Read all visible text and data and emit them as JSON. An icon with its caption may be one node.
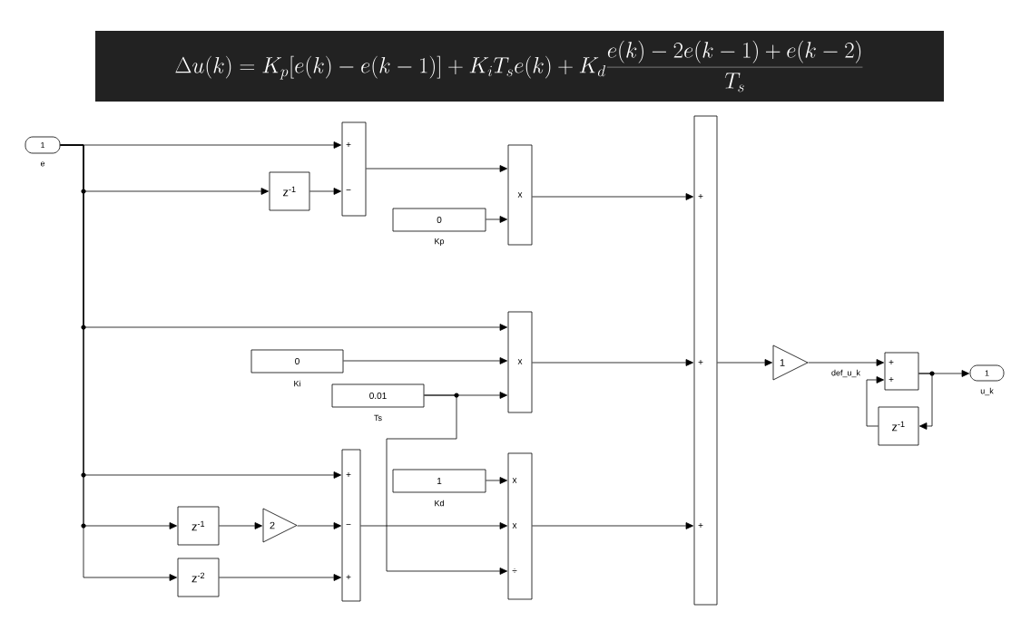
{
  "diagram": {
    "title": "\\Delta u(k)=K_p\\big[e(k)-e(k-1)\\big]+K_iT_se(k)+K_d\\frac{e(k)-2e(k-1)+e(k-2)}{T_s}",
    "nodes": [
      {
        "text": [
          "1"
        ],
        "beside": [
          "e"
        ]
      },
      {
        "text": [
          "+",
          "−"
        ]
      },
      {
        "text": [
          "z$^{-1}$"
        ]
      },
      {
        "text": [
          "x"
        ]
      },
      {
        "text": [
          "0"
        ],
        "beside": [
          "Kp"
        ]
      },
      {
        "text": [
          "x"
        ]
      },
      {
        "text": [
          "0"
        ],
        "beside": [
          "Ki"
        ]
      },
      {
        "text": [
          "0.01"
        ],
        "beside": [
          "Ts"
        ]
      },
      {
        "text": [
          "+",
          "−",
          "+"
        ]
      },
      {
        "text": [
          "1"
        ],
        "beside": [
          "Kd"
        ]
      },
      {
        "text": [
          "x",
          "x",
          "÷"
        ]
      },
      {
        "text": [
          "z$^{-1}$"
        ]
      },
      {
        "text": [
          "2"
        ]
      },
      {
        "text": [
          "z$^{-2}$"
        ]
      },
      {
        "text": [
          "+",
          "+",
          "+"
        ]
      },
      {
        "text": [
          "1"
        ]
      },
      {
        "text": [
          "+",
          "+"
        ]
      },
      {
        "text": [
          "z$^{-1}$"
        ]
      },
      {
        "text": [
          "1"
        ],
        "beside": [
          "u_k"
        ]
      }
    ],
    "edges": [
      {
        "from": 0,
        "to": 1,
        "arrow": "to"
      },
      {
        "from": 0,
        "to": 2,
        "arrow": "to"
      },
      {
        "from": 2,
        "to": 1,
        "arrow": "to"
      },
      {
        "from": 1,
        "to": 3,
        "arrow": "to"
      },
      {
        "from": 4,
        "to": 3,
        "arrow": "to"
      },
      {
        "from": 3,
        "to": 14,
        "arrow": "to"
      },
      {
        "from": 0,
        "to": 5,
        "arrow": "to"
      },
      {
        "from": 6,
        "to": 5,
        "arrow": "to"
      },
      {
        "from": 7,
        "to": 5,
        "arrow": "to"
      },
      {
        "from": 7,
        "to": 10,
        "arrow": "to"
      },
      {
        "from": 0,
        "to": 8,
        "arrow": "to"
      },
      {
        "from": 0,
        "to": 11,
        "arrow": "to"
      },
      {
        "from": 0,
        "to": 13,
        "arrow": "to"
      },
      {
        "from": 11,
        "to": 12,
        "arrow": "to"
      },
      {
        "from": 12,
        "to": 8,
        "arrow": "to"
      },
      {
        "from": 13,
        "to": 8,
        "arrow": "to"
      },
      {
        "from": 9,
        "to": 10,
        "arrow": "to"
      },
      {
        "from": 8,
        "to": 10,
        "arrow": "to"
      },
      {
        "from": 10,
        "to": 14,
        "arrow": "to"
      },
      {
        "from": 5,
        "to": 14,
        "arrow": "to"
      },
      {
        "from": 14,
        "to": 15,
        "arrow": "to"
      },
      {
        "from": 15,
        "to": 16,
        "arrow": "to",
        "label": "def_u_k"
      },
      {
        "from": 16,
        "to": 18,
        "arrow": "to"
      },
      {
        "from": 16,
        "to": 17,
        "arrow": "to"
      },
      {
        "from": 17,
        "to": 16,
        "arrow": "to"
      }
    ]
  }
}
